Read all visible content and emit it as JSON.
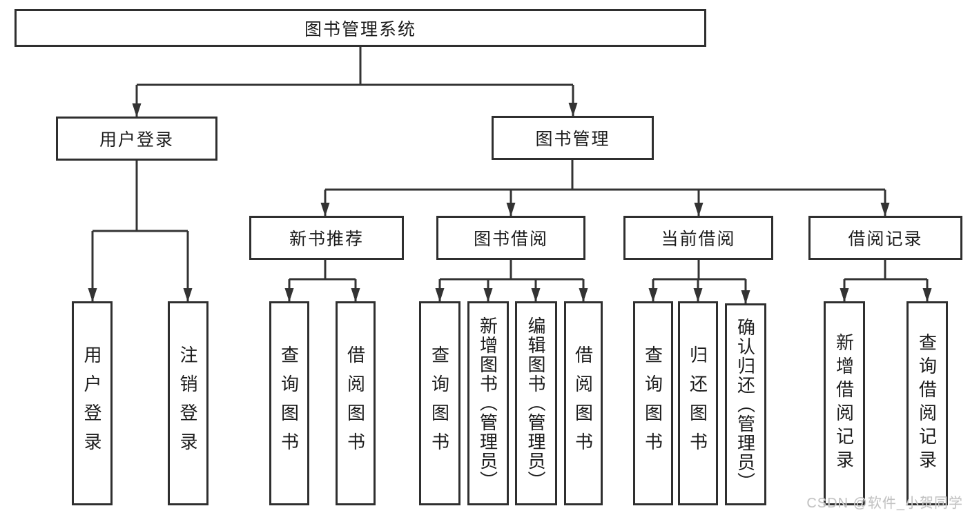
{
  "diagram": {
    "title": "图书管理系统",
    "nodes": {
      "root": "图书管理系统",
      "level2": [
        "用户登录",
        "图书管理"
      ],
      "level3": [
        "新书推荐",
        "图书借阅",
        "当前借阅",
        "借阅记录"
      ],
      "leaves_login": [
        "用户登录",
        "注销登录"
      ],
      "leaves_recommend": [
        "查询图书",
        "借阅图书"
      ],
      "leaves_borrow": [
        "查询图书",
        "新增图书（管理员）",
        "编辑图书（管理员）",
        "借阅图书"
      ],
      "leaves_current": [
        "查询图书",
        "归还图书",
        "确认归还（管理员）"
      ],
      "leaves_record": [
        "新增借阅记录",
        "查询借阅记录"
      ]
    },
    "colors": {
      "line": "#333333",
      "box_border": "#2f2f2f",
      "text": "#1c1c1c",
      "watermark": "#c2c2c2"
    },
    "watermark": "CSDN @软件_小贺同学"
  }
}
